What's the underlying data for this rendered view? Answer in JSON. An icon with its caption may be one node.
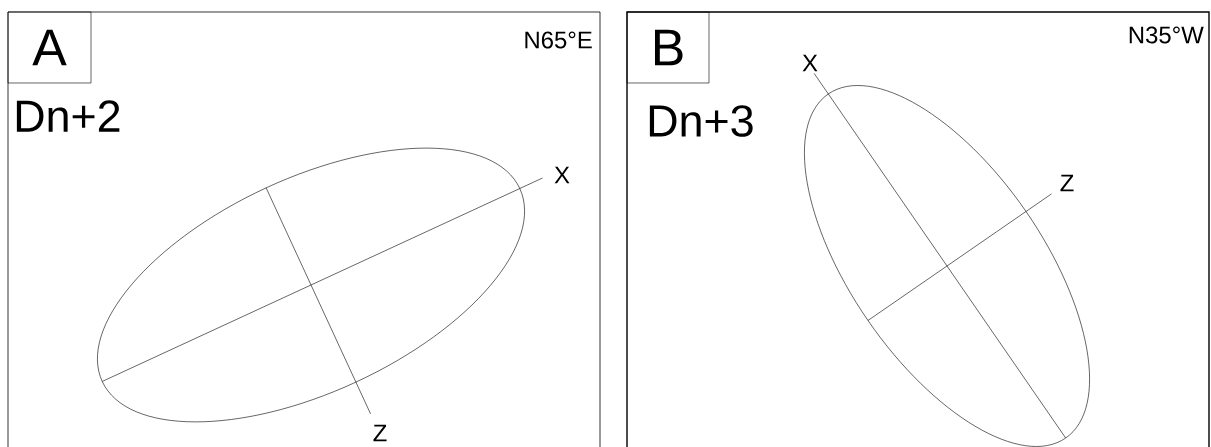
{
  "diagram": {
    "nodes": [
      {
        "text": [
          "Dn+2",
          "N65°E"
        ]
      },
      {
        "text": [
          "A"
        ],
        "in": 0
      },
      {
        "text": [],
        "shape": "ellipse",
        "in": 0,
        "beside": [
          "X",
          "Z"
        ]
      },
      {
        "text": [
          "Dn+3",
          "N35°W"
        ]
      },
      {
        "text": [
          "B"
        ],
        "in": 3
      },
      {
        "text": [],
        "shape": "ellipse",
        "in": 3,
        "beside": [
          "X",
          "Z"
        ]
      }
    ]
  }
}
